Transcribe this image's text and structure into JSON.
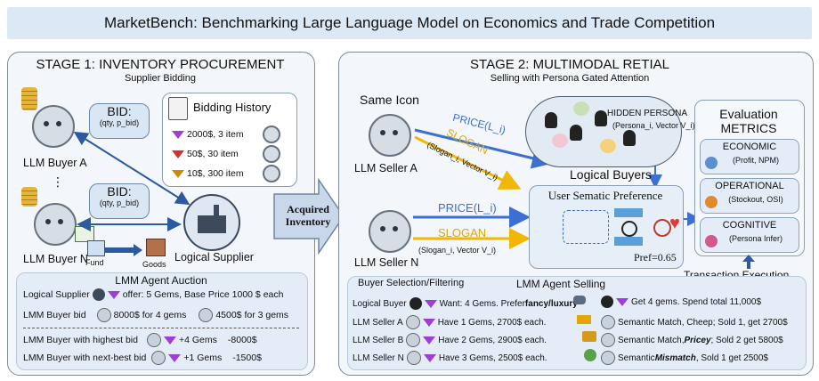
{
  "title": "MarketBench: Benchmarking Large Language Model on Economics and Trade Competition",
  "stage1": {
    "title": "STAGE 1: INVENTORY PROCUREMENT",
    "subtitle": "Supplier Bidding",
    "bid_label": "BID:",
    "bid_detail": "(qty, p_bid)",
    "buyer_a": "LLM Buyer A",
    "buyer_n": "LLM Buyer N",
    "vdots": "⋮",
    "logical_supplier": "Logical Supplier",
    "fund": "Fund",
    "goods": "Goods",
    "history": {
      "title": "Bidding History",
      "rows": [
        "2000$, 3 item",
        "50$, 30 item",
        "10$, 300 item"
      ]
    },
    "auction": {
      "title": "LMM Agent Auction",
      "supplier_label": "Logical Supplier",
      "supplier_offer": "offer: 5 Gems, Base Price 1000 $ each",
      "bid_label": "LMM Buyer bid",
      "bid_a": "8000$ for 4 gems",
      "bid_b": "4500$ for 3 gems",
      "highest_label": "LMM Buyer with highest bid",
      "highest_gems": "+4 Gems",
      "highest_cost": "-8000$",
      "nextbest_label": "LMM Buyer with next-best bid",
      "nextbest_gems": "+1 Gems",
      "nextbest_cost": "-1500$"
    }
  },
  "arrow_label": "Acquired Inventory",
  "stage2": {
    "title": "STAGE 2: MULTIMODAL RETIAL",
    "subtitle": "Selling with Persona Gated Attention",
    "same_icon": "Same Icon",
    "seller_a": "LLM Seller A",
    "seller_n": "LLM Seller N",
    "price_a": "PRICE(L_i)",
    "slogan_a": "SLOGAN",
    "slogan_a_detail": "(Slogan_i, Vector V_i)",
    "price_n": "PRICE(L_i)",
    "slogan_n": "SLOGAN",
    "slogan_n_detail": "(Slogan_i, Vector V_i)",
    "hidden_persona": "HIDDEN PERSONA",
    "hidden_persona_detail": "(Persona_i, Vector V_i)",
    "logical_buyers": "Logical Buyers",
    "preference_title": "User Sematic Preference",
    "pref_value": "Pref=0.65",
    "metrics": {
      "title": "Evaluation",
      "title2": "METRICS",
      "cards": [
        {
          "name": "ECONOMIC",
          "detail": "(Profit, NPM)"
        },
        {
          "name": "OPERATIONAL",
          "detail": "(Stockout, OSI)"
        },
        {
          "name": "COGNITIVE",
          "detail": "(Persona Infer)"
        }
      ]
    },
    "transaction_execution": "Transaction Execution",
    "selling": {
      "title": "LMM Agent Selling",
      "selection_title": "Buyer Selection/Filtering",
      "rows": [
        {
          "who": "Logical Buyer",
          "text": "Want: 4 Gems. Prefer ",
          "bold": "fancy/luxury",
          "result_pre": "Get 4 gems. Spend total 11,000$",
          "result_em": "",
          "result_post": ""
        },
        {
          "who": "LLM Seller A",
          "text": "Have 1 Gems, 2700$ each.",
          "bold": "",
          "result_pre": "Semantic Match, Cheep; Sold 1, get 2700$",
          "result_em": "",
          "result_post": ""
        },
        {
          "who": "LLM Seller B",
          "text": "Have 2 Gems, 2900$ each.",
          "bold": "",
          "result_pre": "Semantic Match, ",
          "result_em": "Pricey",
          "result_post": "; Sold 2 get 5800$"
        },
        {
          "who": "LLM Seller N",
          "text": "Have 3 Gems, 2500$ each.",
          "bold": "",
          "result_pre": "Semantic ",
          "result_em": "Mismatch",
          "result_post": ", Sold 1 get 2500$"
        }
      ]
    }
  },
  "colors": {
    "title_bg": "#dbe8f6",
    "price_blue": "#3b6fd1",
    "slogan_yellow": "#f2b705",
    "gem_purple": "#9b3fd6",
    "arrow_blue": "#2c5aa0"
  }
}
